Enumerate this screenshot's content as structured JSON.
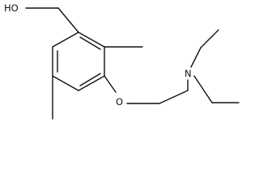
{
  "molecule": {
    "labels": {
      "hydroxyl": "HO",
      "oxygen": "O",
      "nitrogen": "N"
    }
  }
}
